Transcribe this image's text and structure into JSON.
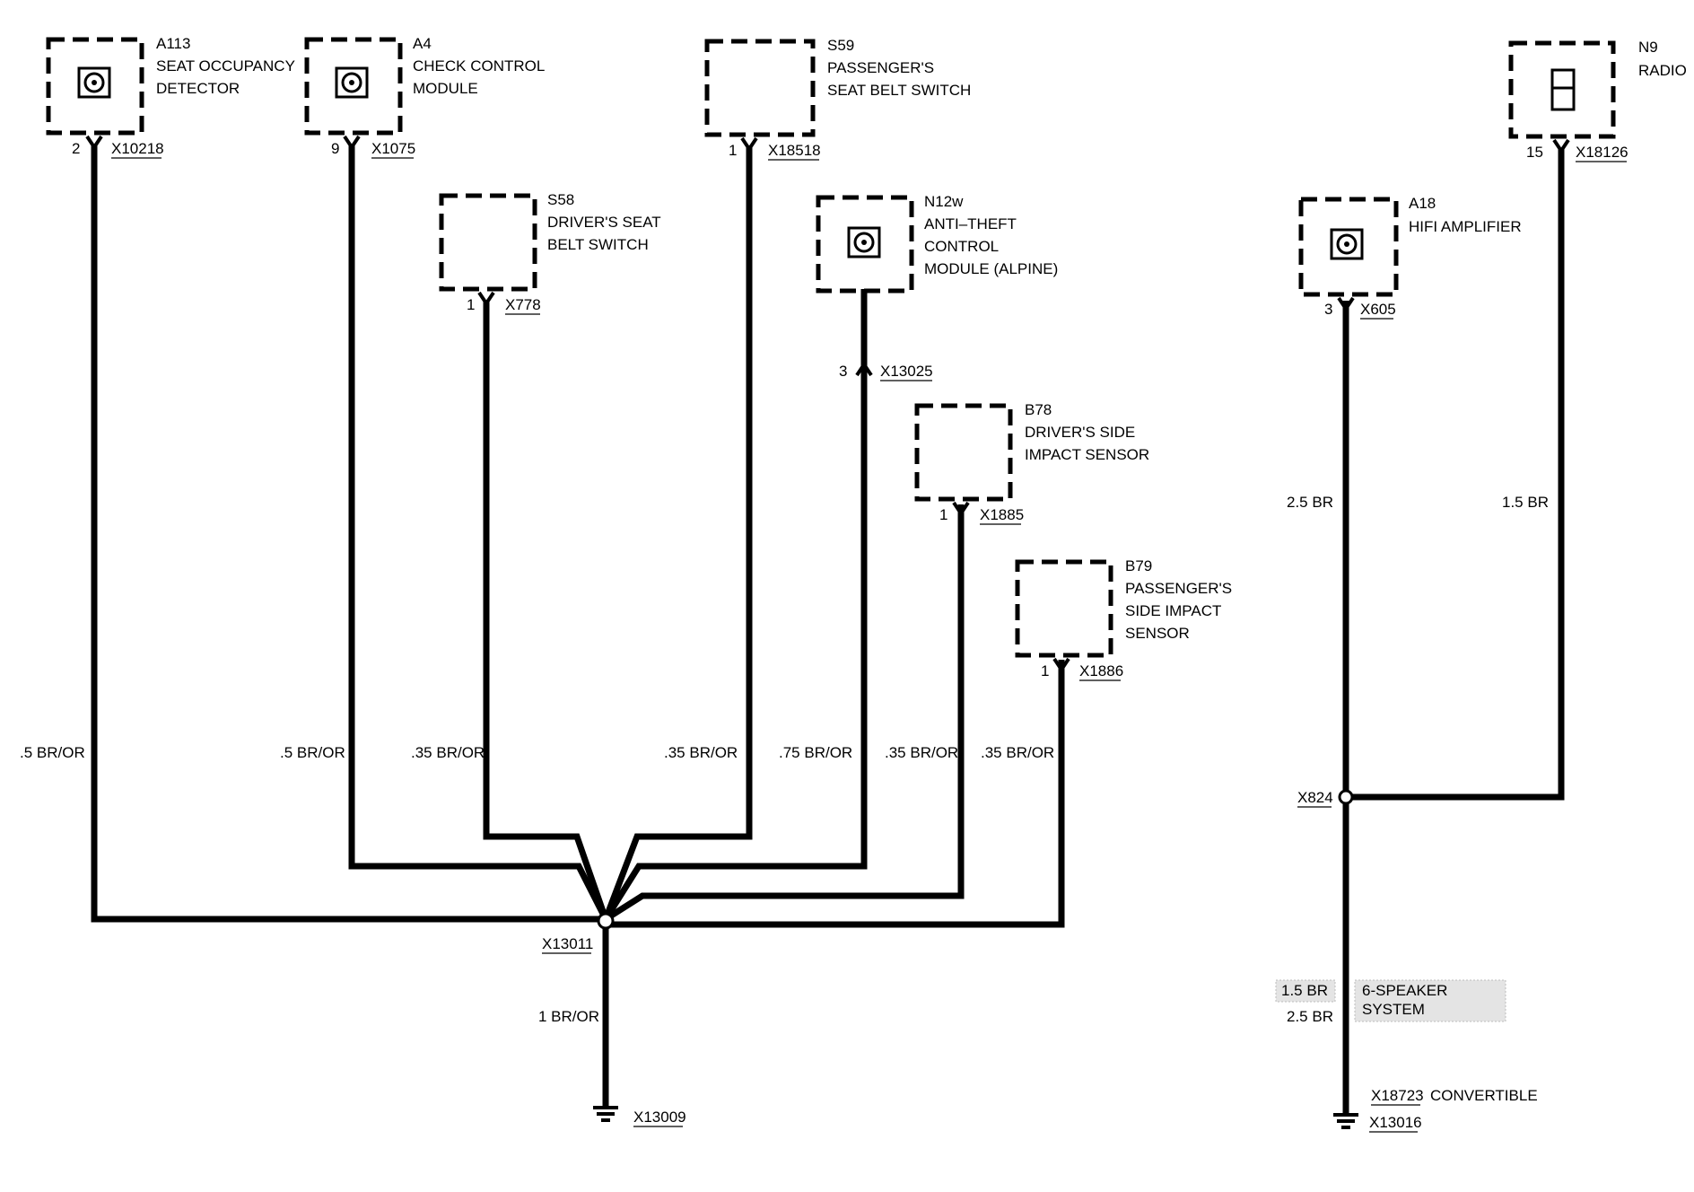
{
  "components": {
    "a113": {
      "id": "A113",
      "name_line1": "SEAT OCCUPANCY",
      "name_line2": "DETECTOR",
      "pin": "2",
      "connector": "X10218"
    },
    "a4": {
      "id": "A4",
      "name_line1": "CHECK CONTROL",
      "name_line2": "MODULE",
      "pin": "9",
      "connector": "X1075"
    },
    "s58": {
      "id": "S58",
      "name_line1": "DRIVER'S SEAT",
      "name_line2": "BELT SWITCH",
      "pin": "1",
      "connector": "X778"
    },
    "s59": {
      "id": "S59",
      "name_line1": "PASSENGER'S",
      "name_line2": "SEAT BELT SWITCH",
      "pin": "1",
      "connector": "X18518"
    },
    "n12w": {
      "id": "N12w",
      "name_line1": "ANTI–THEFT",
      "name_line2": "CONTROL",
      "name_line3": "MODULE (ALPINE)",
      "pin": "3",
      "connector": "X13025"
    },
    "b78": {
      "id": "B78",
      "name_line1": "DRIVER'S SIDE",
      "name_line2": "IMPACT SENSOR",
      "pin": "1",
      "connector": "X1885"
    },
    "b79": {
      "id": "B79",
      "name_line1": "PASSENGER'S",
      "name_line2": "SIDE IMPACT",
      "name_line3": "SENSOR",
      "pin": "1",
      "connector": "X1886"
    },
    "a18": {
      "id": "A18",
      "name_line1": "HIFI AMPLIFIER",
      "pin": "3",
      "connector": "X605"
    },
    "n9": {
      "id": "N9",
      "name_line1": "RADIO",
      "pin": "15",
      "connector": "X18126"
    }
  },
  "wire_labels": {
    "a113": ".5 BR/OR",
    "a4": ".5 BR/OR",
    "s58": ".35 BR/OR",
    "s59": ".35 BR/OR",
    "n12w": ".75 BR/OR",
    "b78": ".35 BR/OR",
    "b79": ".35 BR/OR",
    "main_ground": "1 BR/OR",
    "a18": "2.5 BR",
    "n9": "1.5 BR",
    "lower_right": "2.5 BR"
  },
  "splices": {
    "left": "X13011",
    "right": "X824"
  },
  "grounds": {
    "left": "X13009",
    "right": "X13016",
    "right_connector": "X18723",
    "right_connector_note": "CONVERTIBLE"
  },
  "option_box": {
    "wire_label": "1.5 BR",
    "system_line1": "6-SPEAKER",
    "system_line2": "SYSTEM"
  }
}
